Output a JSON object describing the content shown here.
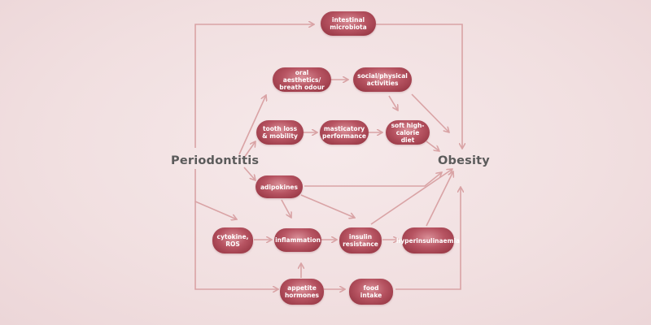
{
  "diagram": {
    "source_label": "Periodontitis",
    "target_label": "Obesity",
    "nodes": {
      "intestinal_microbiota": "intestinal microbiota",
      "oral_aesthetics": "oral aesthetics/ breath odour",
      "social_physical": "social/physical activities",
      "tooth_loss": "tooth loss & mobility",
      "masticatory": "masticatory performance",
      "soft_diet": "soft high-calorie diet",
      "adipokines": "adipokines",
      "cytokine": "cytokine, ROS",
      "inflammation": "inflammation",
      "insulin_resistance": "insulin resistance",
      "hyperinsulinaemia": "hyperinsulinaemia",
      "appetite_hormones": "appetite hormones",
      "food_intake": "food intake"
    }
  },
  "colors": {
    "background": "#f2e1e2",
    "node_fill": "#b75462",
    "arrow": "#d9a3a5",
    "label_text": "#5b5b5b"
  }
}
